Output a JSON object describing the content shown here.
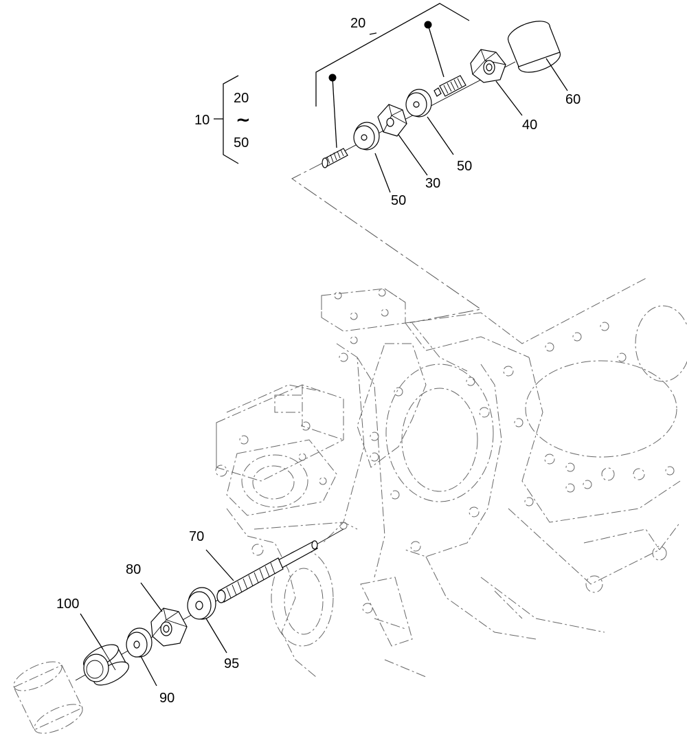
{
  "diagram": {
    "kit_callout": {
      "number": "10",
      "range_start": "20",
      "range_symbol": "~",
      "range_end": "50"
    },
    "callouts": {
      "p20": "20",
      "p30": "30",
      "p40": "40",
      "p50_left": "50",
      "p50_right": "50",
      "p60": "60",
      "p70": "70",
      "p80": "80",
      "p90": "90",
      "p95": "95",
      "p100": "100"
    }
  }
}
